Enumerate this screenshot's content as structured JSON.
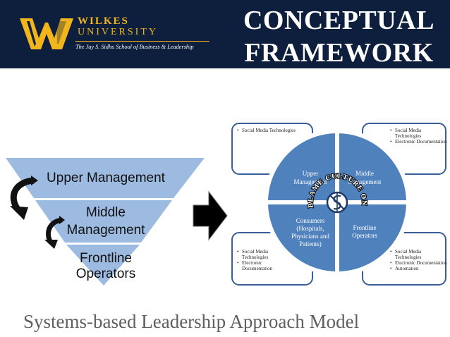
{
  "header": {
    "university_line1": "WILKES",
    "university_line2": "UNIVERSITY",
    "school": "The Jay S. Sidhu School of Business & Leadership",
    "title_line1": "CONCEPTUAL",
    "title_line2": "FRAMEWORK",
    "logo_icon": "wilkes-w-logo"
  },
  "pyramid": {
    "levels": [
      "Upper Management",
      "Middle",
      "Management",
      "Frontline",
      "Operators"
    ]
  },
  "circle": {
    "quadrants": {
      "upper_management": [
        "Upper",
        "Management"
      ],
      "middle_management": [
        "Middle",
        "Management"
      ],
      "consumers": [
        "Consumers",
        "(Hospitals,",
        "Physicians and",
        "Patients)"
      ],
      "frontline_operators": [
        "Frontline",
        "Operators"
      ]
    },
    "center_label": "BLAME CULTURE ON",
    "center_icon": "no-blame-symbol"
  },
  "notes": {
    "top_left": [
      "Social Media Technologies"
    ],
    "top_right": [
      "Social Media Technologies",
      "Electronic Documentation"
    ],
    "bottom_left": [
      "Social Media Technologies",
      "Electronic Documentation"
    ],
    "bottom_right": [
      "Social Media Technologies",
      "Electronic Documentation",
      "Automation"
    ]
  },
  "caption": "Systems-based Leadership Approach Model",
  "colors": {
    "header_bg": "#0d1f3c",
    "gold": "#f2b51c",
    "pyramid_light": "#9dbbe0",
    "circle_blue": "#4f81bd",
    "box_border": "#3a5f96"
  }
}
